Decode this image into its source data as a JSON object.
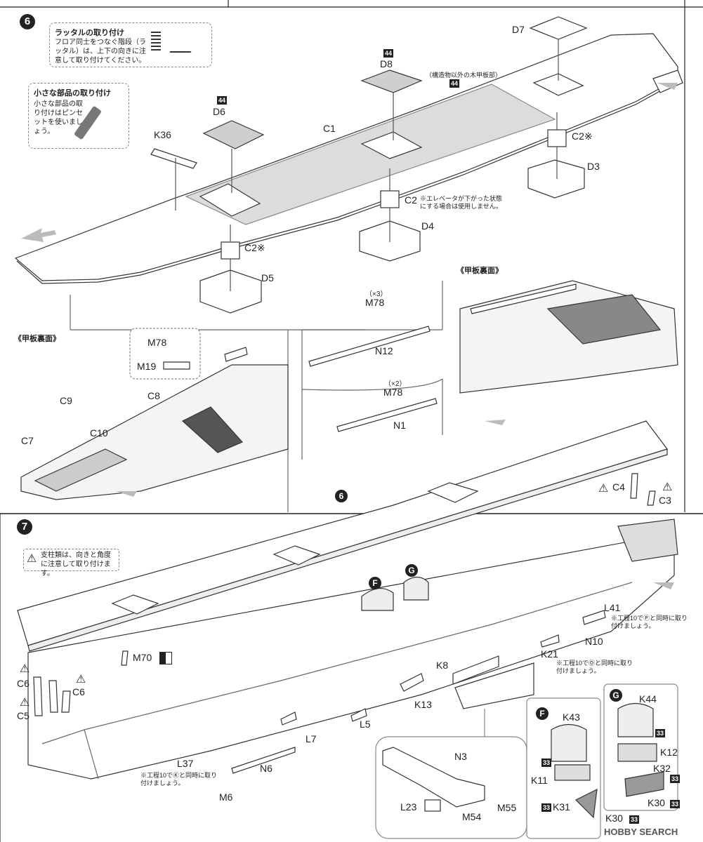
{
  "step6": {
    "number": "6",
    "ladder_tip": {
      "title": "ラッタルの取り付け",
      "text": "フロア同士をつなぐ階段（ラッタル）は、上下の向きに注意して取り付けてください。"
    },
    "small_parts_tip": {
      "title": "小さな部品の取り付け",
      "text": "小さな部品の取り付けはピンセットを使いましょう。"
    },
    "wood_deck_badge": "44",
    "wood_deck_note": "（構造物以外の木甲板部）",
    "elevator_note": "※エレベータが下がった状態にする場合は使用しません。",
    "deck_underside": "《甲板裏面》",
    "deck_underside_right": "《甲板裏面》",
    "parts": {
      "D7": "D7",
      "D8": "D8",
      "D8_badge": "44",
      "D6": "D6",
      "D6_badge": "44",
      "K36": "K36",
      "C1": "C1",
      "C2a": "C2※",
      "D3": "D3",
      "C2b": "C2",
      "D4": "D4",
      "C2c": "C2※",
      "D5": "D5",
      "M78_x3": "（×3）",
      "M78a": "M78",
      "N12": "N12",
      "M78_x2": "（×2）",
      "M78b": "M78",
      "N1": "N1",
      "M78c": "M78",
      "M19": "M19",
      "C9": "C9",
      "C8": "C8",
      "C10": "C10",
      "C7": "C7"
    }
  },
  "step7": {
    "number": "7",
    "caution": "支柱類は、向きと角度に注意して取り付けます。",
    "ref_step": "6",
    "parts": {
      "C4": "C4",
      "C3": "C3",
      "F": "F",
      "G": "G",
      "L41": "L41",
      "N10": "N10",
      "K21": "K21",
      "M70": "M70",
      "C6a": "C6",
      "C6b": "C6",
      "C5": "C5",
      "K8": "K8",
      "K13": "K13",
      "L5": "L5",
      "L7": "L7",
      "L37": "L37",
      "N6": "N6",
      "M6": "M6",
      "N3": "N3",
      "L23": "L23",
      "M54": "M54",
      "M55": "M55"
    },
    "notes": {
      "l41": "※工程10でⓅと同時に取り付けましょう。",
      "k21": "※工程10でⓄと同時に取り付けましょう。",
      "m6": "※工程10でⓀと同時に取り付けましょう。"
    },
    "subF": {
      "letter": "F",
      "parts": [
        "K43",
        "K11",
        "K31"
      ],
      "badges": [
        "33",
        "33"
      ]
    },
    "subG": {
      "letter": "G",
      "parts": [
        "K44",
        "K12",
        "K32",
        "K30",
        "K30"
      ],
      "badges": [
        "33",
        "33",
        "33",
        "33"
      ]
    }
  },
  "watermark": "HOBBY SEARCH"
}
